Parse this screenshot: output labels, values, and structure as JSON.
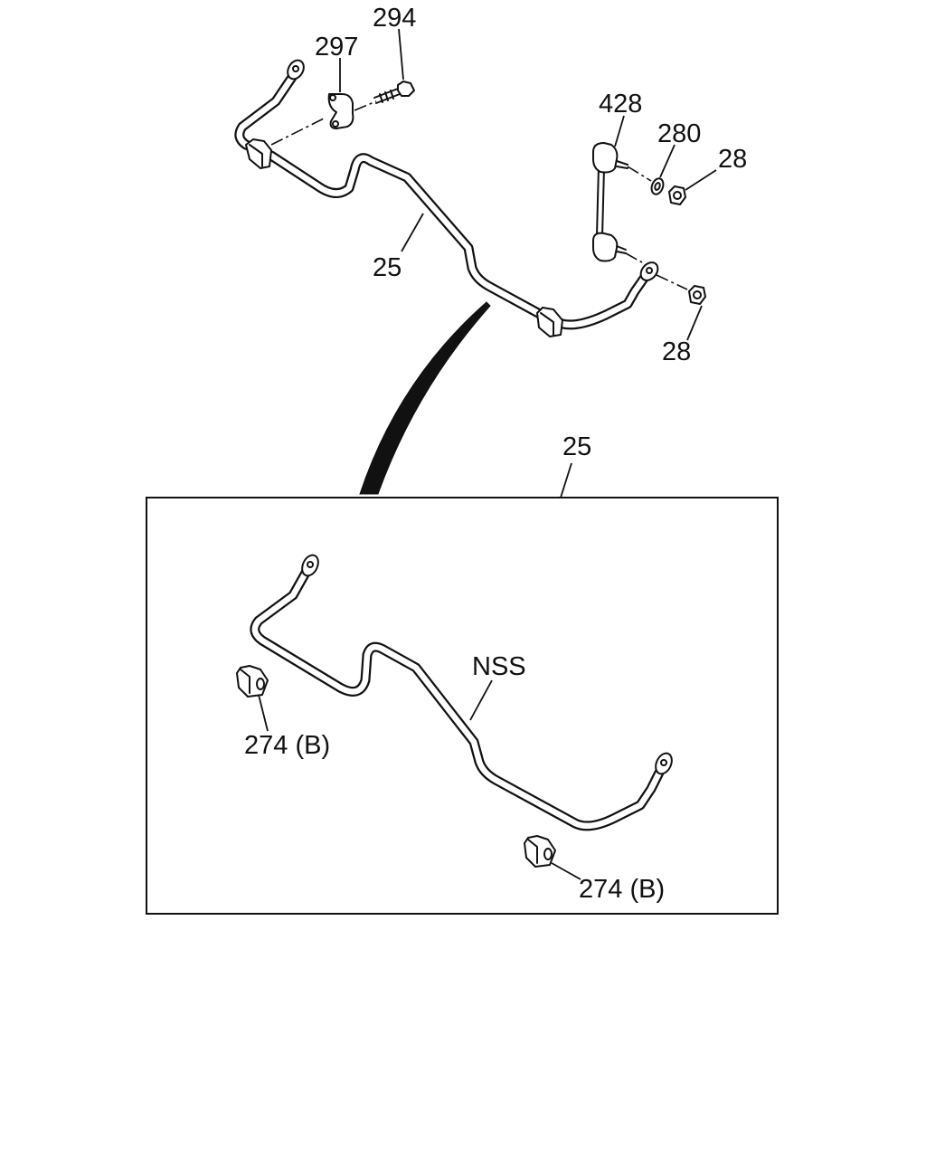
{
  "diagram": {
    "callouts": {
      "c294": "294",
      "c297": "297",
      "c428": "428",
      "c280": "280",
      "c28_top": "28",
      "c28_bottom": "28",
      "c25_bar": "25",
      "c25_box": "25",
      "nss": "NSS",
      "c274b_left": "274 (B)",
      "c274b_right": "274 (B)"
    }
  }
}
